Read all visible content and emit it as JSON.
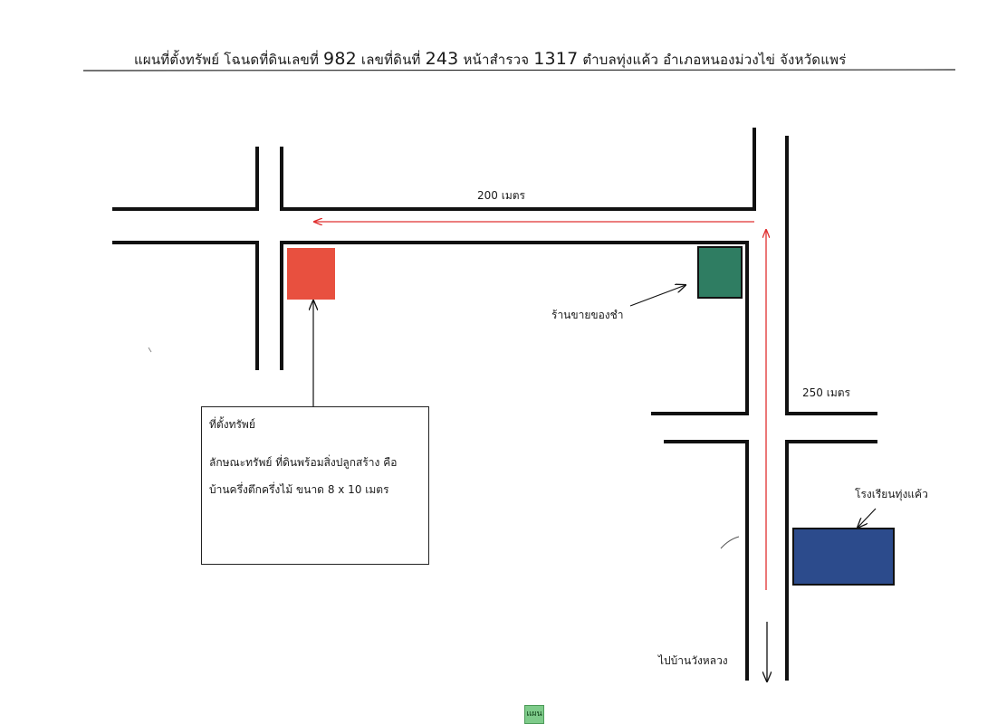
{
  "title": {
    "prefix": "แผนที่ตั้งทรัพย์  โฉนดที่ดินเลขที่",
    "deed_no": "982",
    "land_no_label": "เลขที่ดินที่",
    "land_no": "243",
    "survey_label": "หน้าสำรวจ",
    "survey_no": "1317",
    "location": "ตำบลทุ่งแค้ว  อำเภอหนองม่วงไข่  จังหวัดแพร่"
  },
  "distances": {
    "top": "200 เมตร",
    "right": "250 เมตร"
  },
  "landmarks": {
    "shop": "ร้านขายของชำ",
    "school": "โรงเรียนทุ่งแค้ว",
    "to_village": "ไปบ้านวังหลวง"
  },
  "property_box": {
    "heading": "ที่ตั้งทรัพย์",
    "description": "ลักษณะทรัพย์  ที่ดินพร้อมสิ่งปลูกสร้าง คือ",
    "building_prefix": "บ้านครึ่งตึกครึ่งไม้  ขนาด",
    "size": "8 x 10 เมตร"
  },
  "stamp": "แผน",
  "colors": {
    "property": "#e8503f",
    "shop": "#2f7d62",
    "school": "#2c4b8c",
    "route_arrow": "#e03030",
    "road": "#111111"
  }
}
